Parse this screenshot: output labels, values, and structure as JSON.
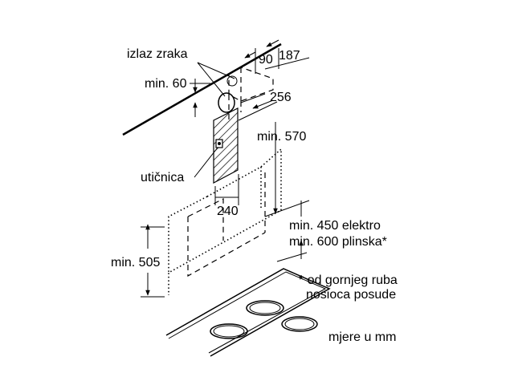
{
  "labels": {
    "air_outlet": "izlaz zraka",
    "min_60": "min. 60",
    "dim_90": "90",
    "dim_187": "187",
    "dim_256": "256",
    "min_570": "min. 570",
    "socket": "utičnica",
    "dim_240": "240",
    "min_450": "min. 450 elektro",
    "min_600": "min. 600 plinska*",
    "min_505": "min. 505",
    "footnote_line1": "* od gornjeg ruba",
    "footnote_line2": "nosioca posude",
    "units": "mjere u mm"
  }
}
